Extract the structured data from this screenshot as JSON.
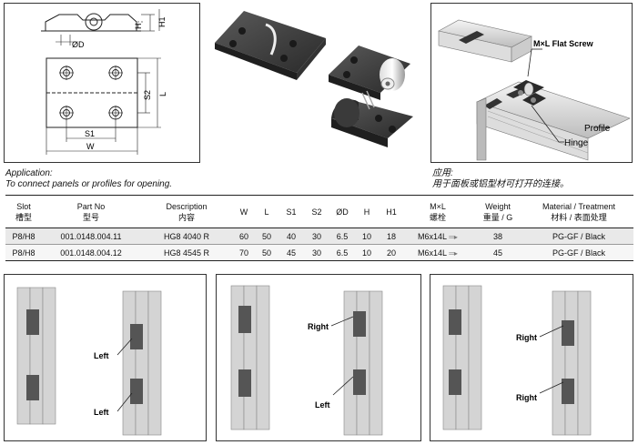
{
  "drawing": {
    "dim_d": "ØD",
    "dim_h": "H",
    "dim_h1": "H1",
    "dim_s1": "S1",
    "dim_s2": "S2",
    "dim_l": "L",
    "dim_w": "W"
  },
  "assembly_labels": {
    "flat_screw": "M×L Flat Screw",
    "profile": "Profile",
    "hinge": "Hinge"
  },
  "application": {
    "title_en": "Application:",
    "text_en": "To connect panels or profiles for opening.",
    "title_cn": "应用:",
    "text_cn": "用于面板或铝型材可打开的连接。"
  },
  "table": {
    "headers": [
      {
        "en": "Slot",
        "cn": "槽型"
      },
      {
        "en": "Part No",
        "cn": "型号"
      },
      {
        "en": "Description",
        "cn": "内容"
      },
      {
        "en": "W",
        "cn": ""
      },
      {
        "en": "L",
        "cn": ""
      },
      {
        "en": "S1",
        "cn": ""
      },
      {
        "en": "S2",
        "cn": ""
      },
      {
        "en": "ØD",
        "cn": ""
      },
      {
        "en": "H",
        "cn": ""
      },
      {
        "en": "H1",
        "cn": ""
      },
      {
        "en": "M×L",
        "cn": "螺栓"
      },
      {
        "en": "Weight",
        "cn": "重量 / G"
      },
      {
        "en": "Material / Treatment",
        "cn": "材料 / 表面处理"
      }
    ],
    "rows": [
      [
        "P8/H8",
        "001.0148.004.11",
        "HG8 4040 R",
        "60",
        "50",
        "40",
        "30",
        "6.5",
        "10",
        "18",
        "M6x14L",
        "38",
        "PG-GF / Black"
      ],
      [
        "P8/H8",
        "001.0148.004.12",
        "HG8 4545 R",
        "70",
        "50",
        "45",
        "30",
        "6.5",
        "10",
        "20",
        "M6x14L",
        "45",
        "PG-GF / Black"
      ]
    ]
  },
  "panels": {
    "left": {
      "label_top": "Left",
      "label_bottom": "Left"
    },
    "middle": {
      "label_top": "Right",
      "label_bottom": "Left"
    },
    "right": {
      "label_top": "Right",
      "label_bottom": "Right"
    }
  }
}
